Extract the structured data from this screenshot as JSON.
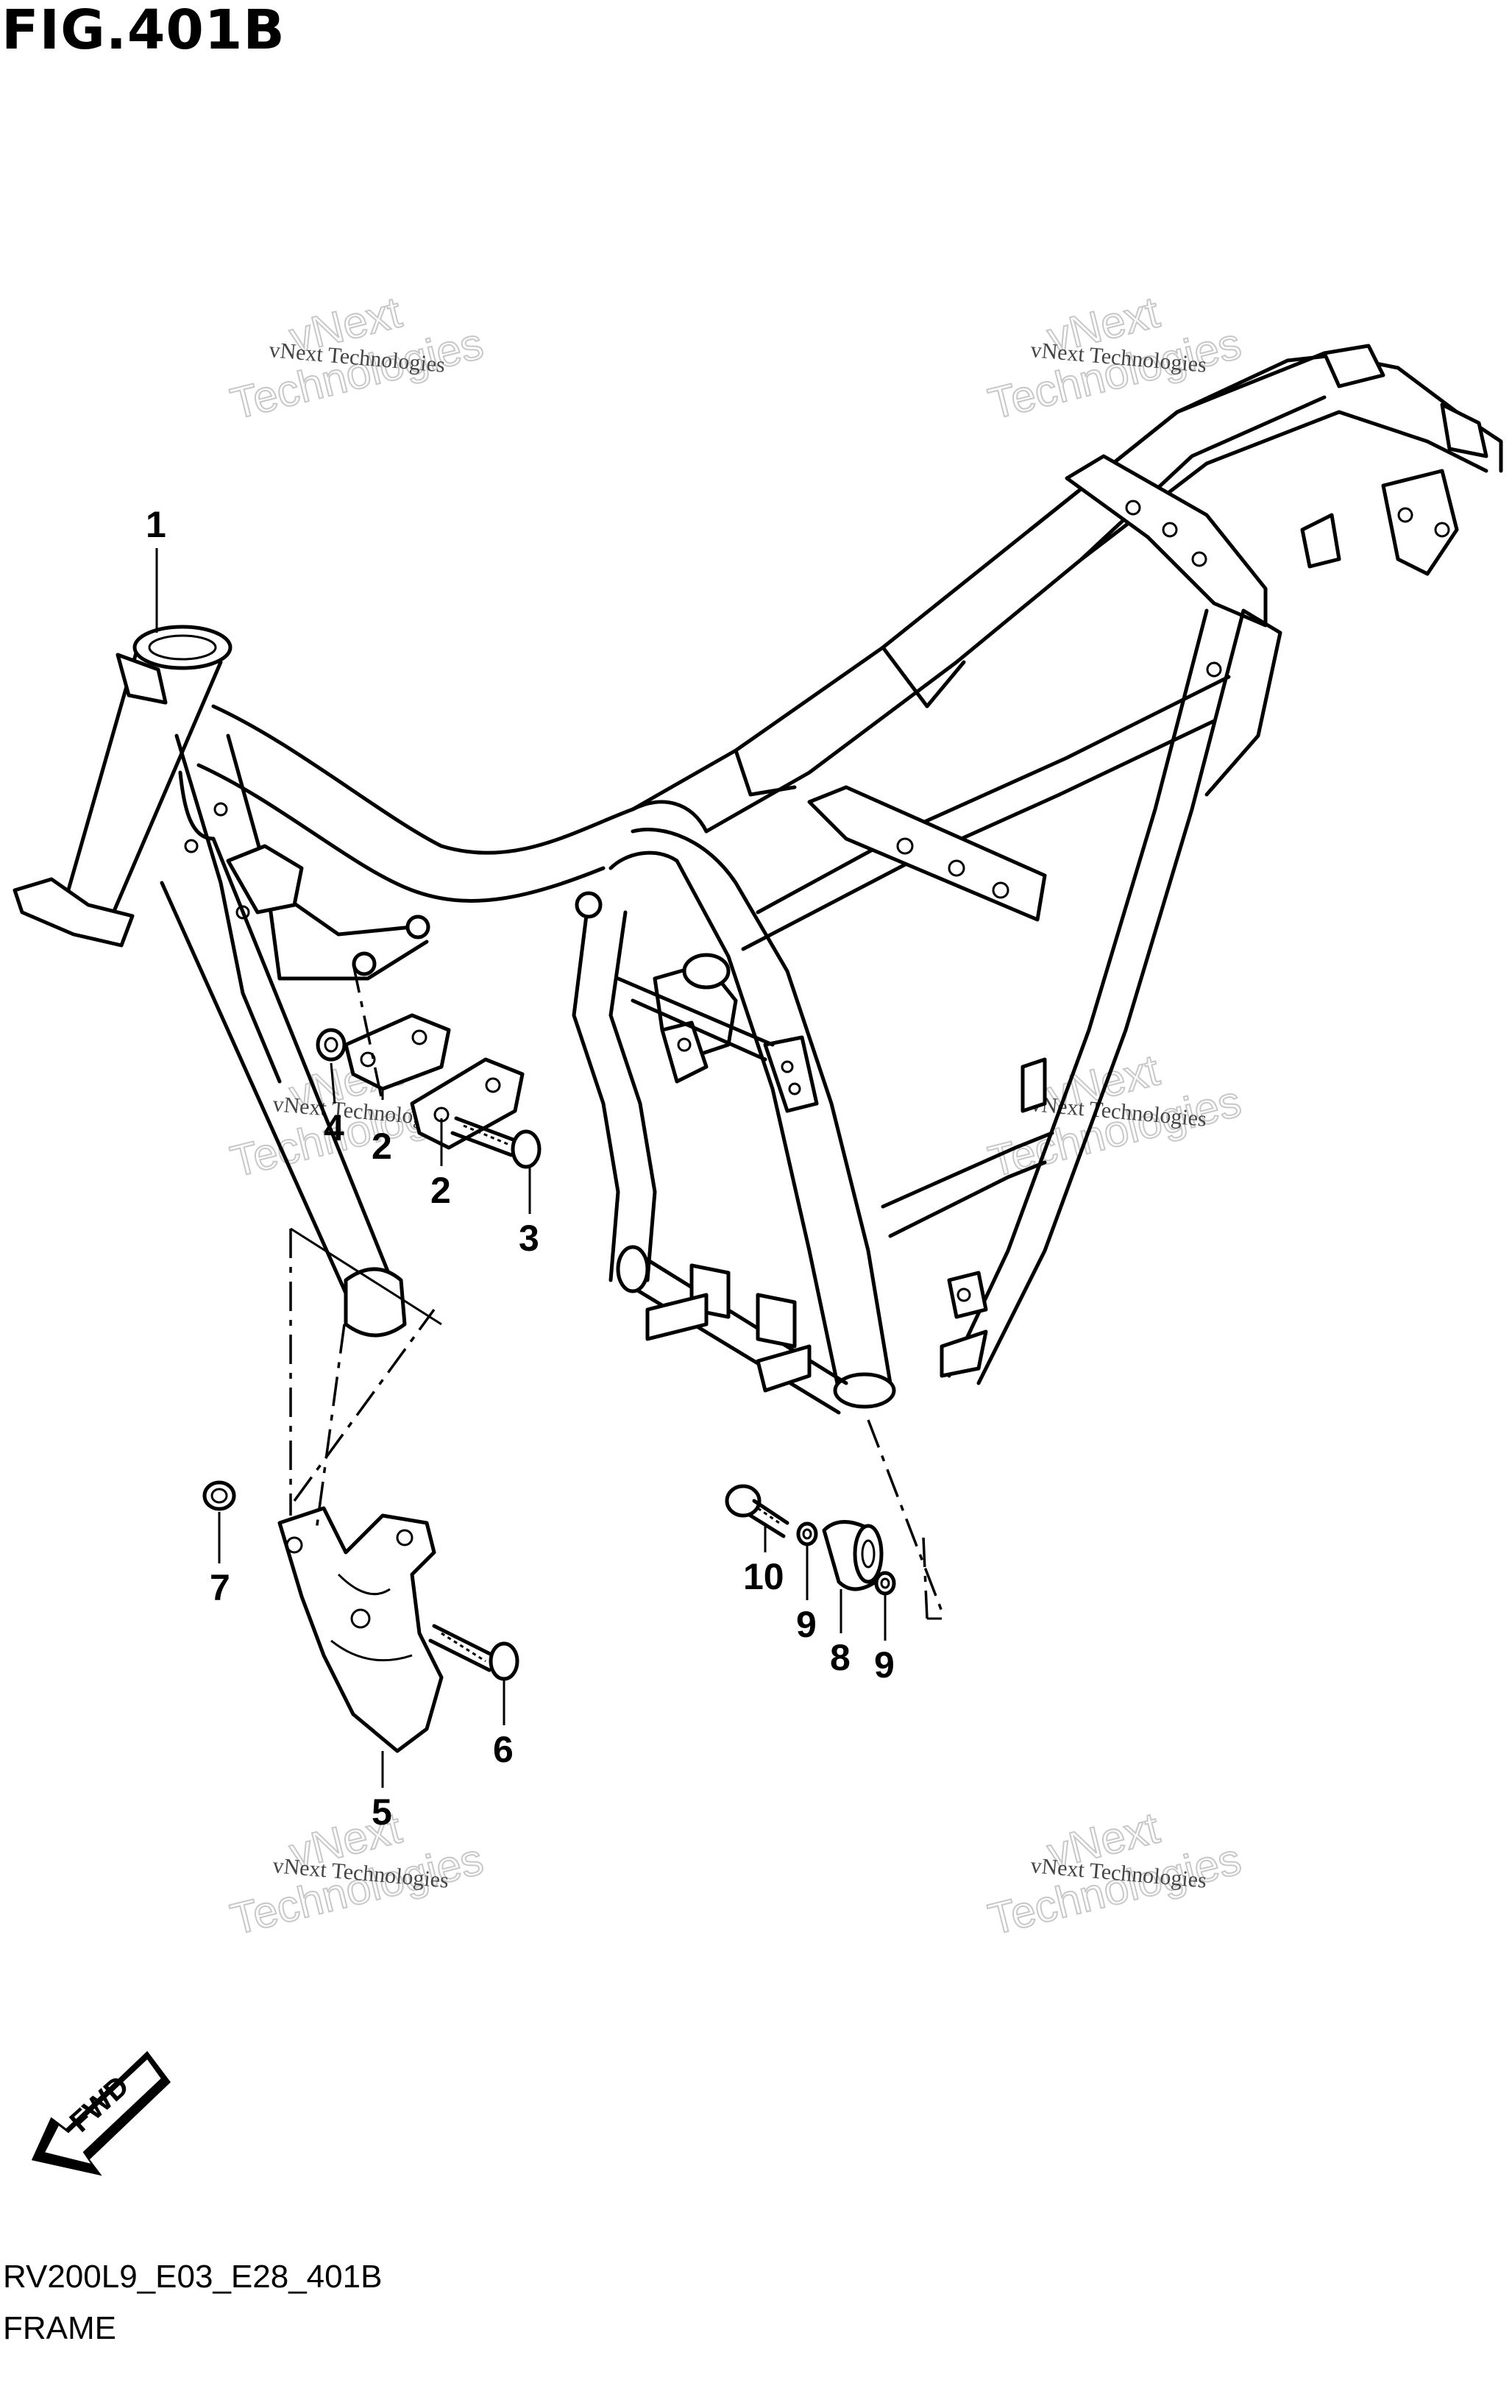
{
  "figure": {
    "title": "FIG.401B",
    "code": "RV200L9_E03_E28_401B",
    "section": "FRAME"
  },
  "callouts": [
    {
      "id": "1"
    },
    {
      "id": "2"
    },
    {
      "id": "2"
    },
    {
      "id": "3"
    },
    {
      "id": "4"
    },
    {
      "id": "5"
    },
    {
      "id": "6"
    },
    {
      "id": "7"
    },
    {
      "id": "8"
    },
    {
      "id": "9"
    },
    {
      "id": "9"
    },
    {
      "id": "10"
    }
  ],
  "watermark": {
    "line1": "vNext",
    "line2": "vNext Technologies",
    "line3": "Technologies"
  },
  "direction_label": "FWD",
  "icons": [
    "fwd-arrow-icon"
  ]
}
